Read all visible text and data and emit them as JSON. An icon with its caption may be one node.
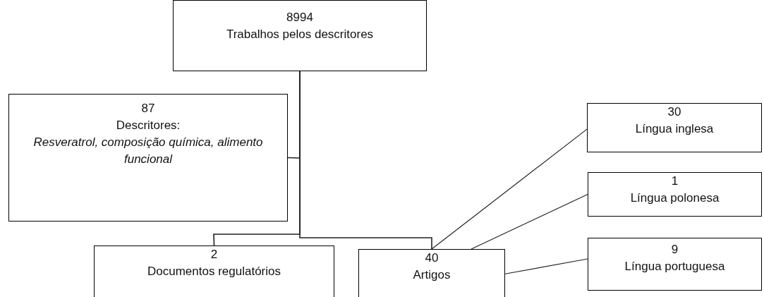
{
  "diagram": {
    "nodes": [
      {
        "text": [
          "8994",
          "Trabalhos pelos descritores"
        ]
      },
      {
        "text": [
          "87",
          "Descritores:",
          "*Resveratrol, composição química, alimento funcional*"
        ]
      },
      {
        "text": [
          "2",
          "Documentos regulatórios"
        ]
      },
      {
        "text": [
          "40",
          "Artigos"
        ]
      },
      {
        "text": [
          "30",
          "Língua inglesa"
        ]
      },
      {
        "text": [
          "1",
          "Língua polonesa"
        ]
      },
      {
        "text": [
          "9",
          "Língua portuguesa"
        ]
      }
    ],
    "edges": [
      {
        "from": 0,
        "to": 1,
        "arrow": "none"
      },
      {
        "from": 0,
        "to": 2,
        "arrow": "none"
      },
      {
        "from": 0,
        "to": 3,
        "arrow": "none"
      },
      {
        "from": 3,
        "to": 4,
        "arrow": "none"
      },
      {
        "from": 3,
        "to": 5,
        "arrow": "none"
      },
      {
        "from": 3,
        "to": 6,
        "arrow": "none"
      }
    ]
  }
}
